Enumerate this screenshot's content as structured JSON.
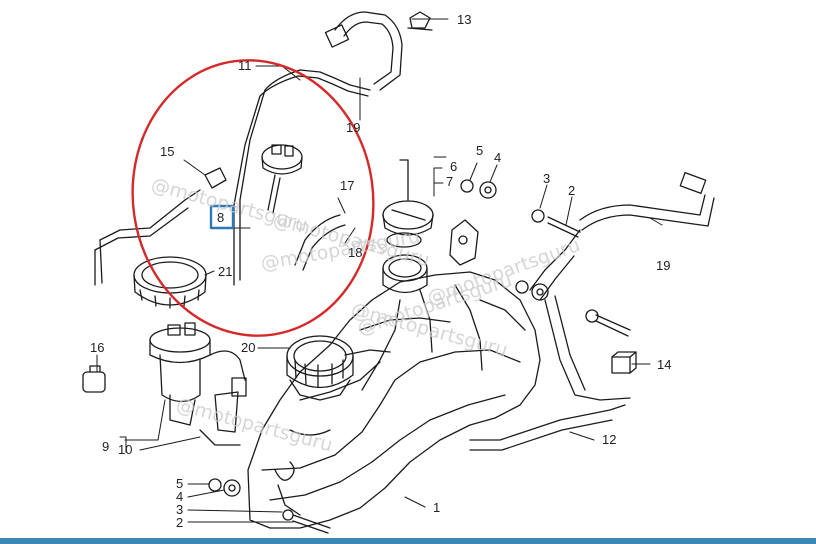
{
  "watermark": "@motopartsguru",
  "callouts": {
    "c1": "1",
    "c2a": "2",
    "c2b": "2",
    "c3a": "3",
    "c3b": "3",
    "c4a": "4",
    "c4b": "4",
    "c5a": "5",
    "c5b": "5",
    "c6": "6",
    "c7": "7",
    "c8": "8",
    "c9": "9",
    "c10": "10",
    "c11": "11",
    "c12": "12",
    "c13": "13",
    "c14": "14",
    "c15": "15",
    "c16": "16",
    "c17": "17",
    "c18": "18",
    "c19a": "19",
    "c19b": "19",
    "c20": "20",
    "c21": "21"
  },
  "colors": {
    "highlight_circle": "#d42a2a",
    "selected_box": "#2f78b7",
    "bottom_bar": "#3d86b8"
  }
}
